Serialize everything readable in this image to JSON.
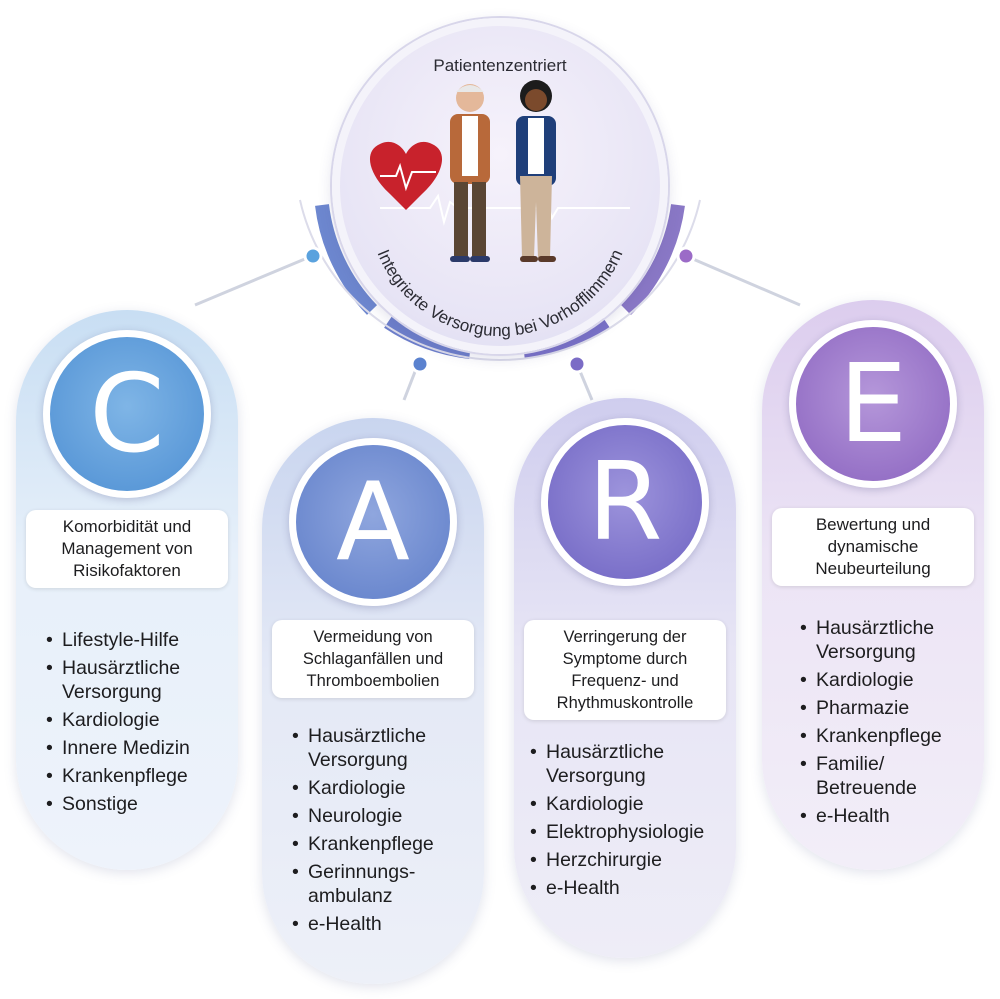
{
  "hub": {
    "title": "Patientenzentriert",
    "arc_text": "Integrierte Versorgung bei Vorhofflimmern",
    "heart_icon": "heart-ecg-icon",
    "people_icon": "patients-illustration"
  },
  "colors": {
    "c": "#4e8fd3",
    "a": "#5f7ec9",
    "r": "#6e63c2",
    "e": "#8a63bf",
    "heart": "#c8222c"
  },
  "columns": [
    {
      "letter": "C",
      "heading": "Komorbidität und Management von Risikofaktoren",
      "items": [
        "Lifestyle-Hilfe",
        "Hausärztliche Versorgung",
        "Kardiologie",
        "Innere Medizin",
        "Krankenpflege",
        "Sonstige"
      ]
    },
    {
      "letter": "A",
      "heading": "Vermeidung von Schlaganfällen und Thromboembolien",
      "items": [
        "Hausärztliche Versorgung",
        "Kardiologie",
        "Neurologie",
        "Krankenpflege",
        "Gerinnungs-ambulanz",
        "e-Health"
      ]
    },
    {
      "letter": "R",
      "heading": "Verringerung der Symptome durch Frequenz- und Rhythmuskontrolle",
      "items": [
        "Hausärztliche Versorgung",
        "Kardiologie",
        "Elektrophysiologie",
        "Herzchirurgie",
        "e-Health"
      ]
    },
    {
      "letter": "E",
      "heading": "Bewertung und dynamische Neubeurteilung",
      "items": [
        "Hausärztliche Versorgung",
        "Kardiologie",
        "Pharmazie",
        "Krankenpflege",
        "Familie/ Betreuende",
        "e-Health"
      ]
    }
  ]
}
